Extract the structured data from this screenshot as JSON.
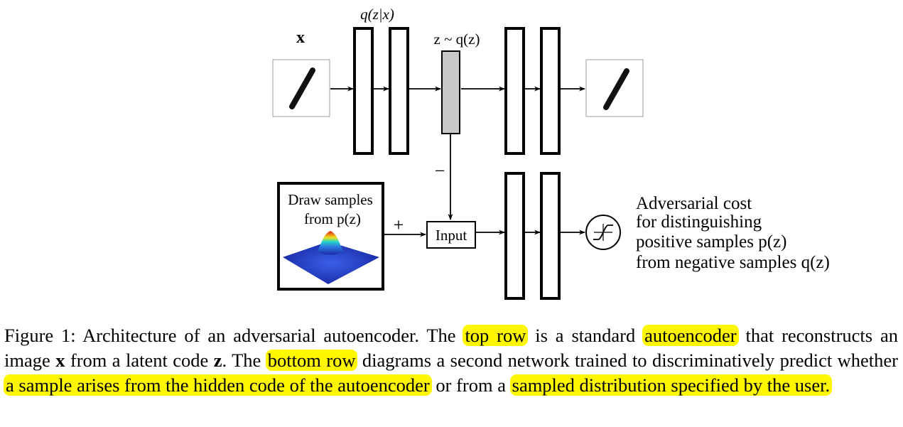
{
  "figure": {
    "input_label": "x",
    "encoder_label": "q(z|x)",
    "latent_label": "z ~ q(z)",
    "minus_sign": "−",
    "plus_sign": "+",
    "prior_box": {
      "line1": "Draw samples",
      "line2": "from p(z)"
    },
    "input_node": "Input",
    "adversarial_text": [
      "Adversarial cost",
      "for distinguishing",
      "positive samples p(z)",
      "from negative samples q(z)"
    ],
    "colors": {
      "latent_fill": "#c8c8c8",
      "stroke": "#000000",
      "image_border": "#999999"
    },
    "icons": [
      "digit-one-image",
      "gaussian-surface-plot",
      "sigmoid-icon"
    ]
  },
  "caption": {
    "prefix": "Figure 1:",
    "segments": [
      {
        "text": "Figure 1: Architecture of an adversarial autoencoder. The ",
        "hl": false
      },
      {
        "text": "top row",
        "hl": true
      },
      {
        "text": " is a standard ",
        "hl": false
      },
      {
        "text": "autoencoder",
        "hl": true
      },
      {
        "text": " that reconstructs an image ",
        "hl": false
      },
      {
        "text": "x",
        "hl": false,
        "bold": true
      },
      {
        "text": " from a latent code ",
        "hl": false
      },
      {
        "text": "z",
        "hl": false,
        "bold": true
      },
      {
        "text": ". The ",
        "hl": false
      },
      {
        "text": "bottom row",
        "hl": true
      },
      {
        "text": " diagrams a second network trained to discriminatively predict whether ",
        "hl": false
      },
      {
        "text": "a sample arises from the hidden code of the autoencoder",
        "hl": true
      },
      {
        "text": " or from a ",
        "hl": false
      },
      {
        "text": "sampled distribution specified by the user.",
        "hl": true
      }
    ],
    "highlight_color": "#fff700"
  }
}
